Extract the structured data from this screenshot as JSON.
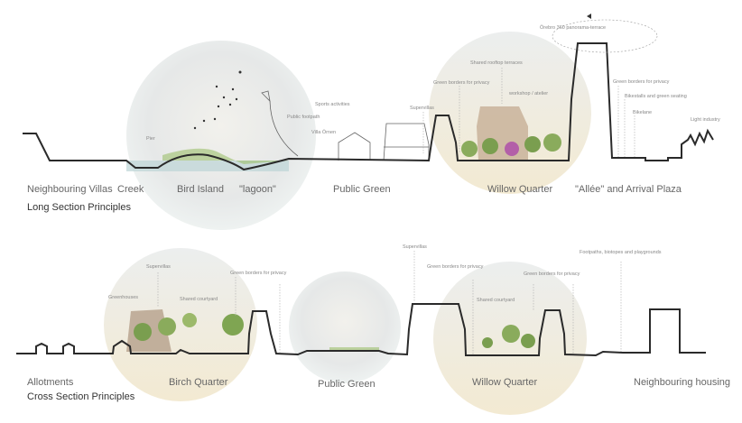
{
  "long_section": {
    "title": "Long Section Principles",
    "zones": [
      "Neighbouring Villas",
      "Creek",
      "Bird Island",
      "\"lagoon\"",
      "Public Green",
      "Willow Quarter",
      "\"Allée\" and Arrival Plaza"
    ],
    "notes": {
      "pier": "Pier",
      "sports": "Sports activities",
      "footpath": "Public footpath",
      "villa": "Villa Örnen",
      "supervillas": "Supervillas",
      "green_borders": "Green borders for privacy",
      "rooftop": "Shared rooftop terraces",
      "workshop": "workshop / atelier",
      "panorama": "Örebro 360 panorama-terrace",
      "green_borders_2": "Green borders for privacy",
      "bikestalls": "Bikestalls and green seating",
      "bikelane": "Bikelane",
      "industry": "Light industry"
    }
  },
  "cross_section": {
    "title": "Cross Section Principles",
    "zones": [
      "Allotments",
      "Birch Quarter",
      "Public Green",
      "Willow Quarter",
      "Neighbouring housing"
    ],
    "notes": {
      "greenhouses": "Greenhouses",
      "supervillas": "Supervillas",
      "courtyard": "Shared courtyard",
      "green_borders": "Green borders for privacy",
      "supervillas_2": "Supervillas",
      "green_borders_2": "Green borders for privacy",
      "courtyard_2": "Shared courtyard",
      "green_borders_3": "Green borders for privacy",
      "footpaths": "Footpaths, biotopes and playgrounds"
    }
  }
}
